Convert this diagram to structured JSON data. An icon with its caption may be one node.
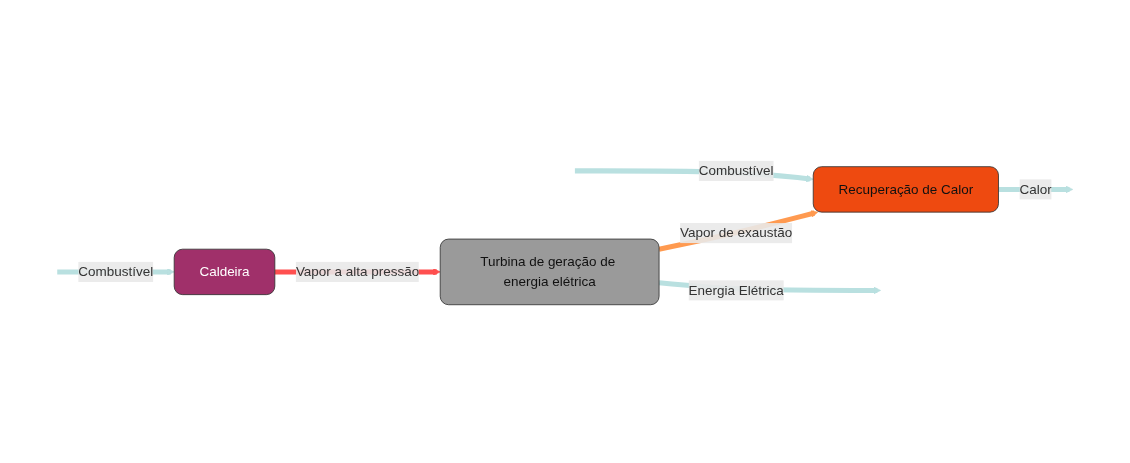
{
  "diagram": {
    "nodes": [
      {
        "text": [
          "Recuperação de Calor"
        ]
      },
      {
        "text": [
          "Caldeira"
        ]
      },
      {
        "text": [
          "Turbina de geração de energia elétrica"
        ]
      }
    ],
    "edges": [
      {
        "from": null,
        "to": 0,
        "arrow": "to",
        "label": "Combustível"
      },
      {
        "from": 0,
        "to": null,
        "arrow": "to",
        "label": "Calor"
      },
      {
        "from": 2,
        "to": 0,
        "arrow": "to",
        "label": "Vapor de exaustão",
        "color": "#ff9a50"
      },
      {
        "from": null,
        "to": 1,
        "arrow": "to",
        "label": "Combustível"
      },
      {
        "from": 1,
        "to": 2,
        "arrow": "to",
        "label": "Vapor a alta pressão",
        "color": "#ff4f4f"
      },
      {
        "from": 2,
        "to": null,
        "arrow": "to",
        "label": "Energia Elétrica"
      }
    ]
  }
}
